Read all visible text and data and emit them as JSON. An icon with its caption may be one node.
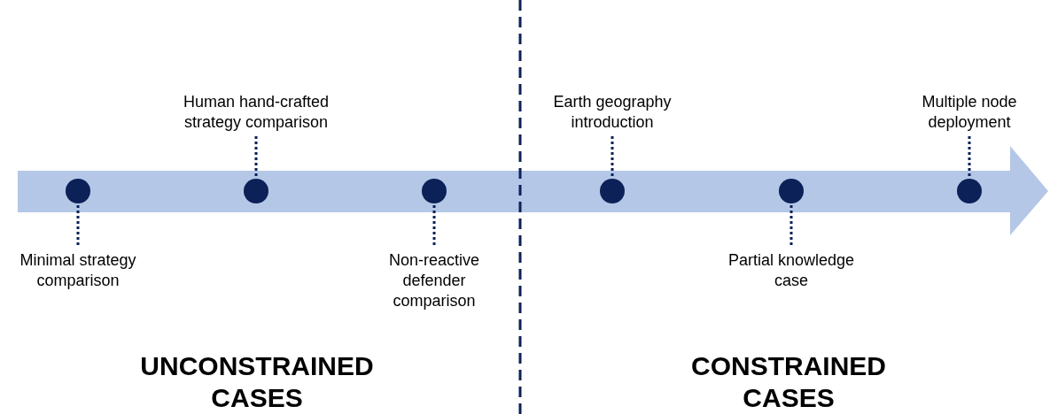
{
  "diagram": {
    "nodes": [
      {
        "text": [],
        "shape": "circle"
      },
      {
        "text": [],
        "shape": "circle"
      },
      {
        "text": [],
        "shape": "circle"
      },
      {
        "text": [],
        "shape": "circle"
      },
      {
        "text": [],
        "shape": "circle"
      },
      {
        "text": [],
        "shape": "circle"
      },
      {
        "text": [
          "Minimal strategy comparison"
        ]
      },
      {
        "text": [
          "Human hand-crafted strategy comparison"
        ]
      },
      {
        "text": [
          "Non-reactive defender comparison"
        ]
      },
      {
        "text": [
          "Earth geography introduction"
        ]
      },
      {
        "text": [
          "Partial knowledge case"
        ]
      },
      {
        "text": [
          "Multiple node deployment"
        ]
      }
    ],
    "edges": [
      {
        "from": 6,
        "to": 0,
        "arrow": "none",
        "style": "dashed"
      },
      {
        "from": 7,
        "to": 1,
        "arrow": "none",
        "style": "dashed"
      },
      {
        "from": 8,
        "to": 2,
        "arrow": "none",
        "style": "dashed"
      },
      {
        "from": 9,
        "to": 3,
        "arrow": "none",
        "style": "dashed"
      },
      {
        "from": 10,
        "to": 4,
        "arrow": "none",
        "style": "dashed"
      },
      {
        "from": 11,
        "to": 5,
        "arrow": "none",
        "style": "dashed"
      }
    ],
    "labels": [
      "UNCONSTRAINED CASES",
      "CONSTRAINED CASES"
    ]
  }
}
